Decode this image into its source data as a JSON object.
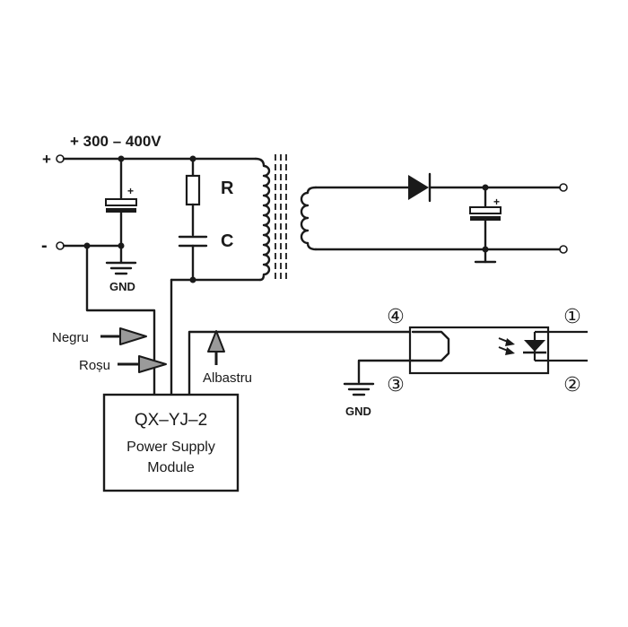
{
  "supply": {
    "voltage": "+ 300 – 400V",
    "plus": "+",
    "minus": "-"
  },
  "components": {
    "resistor": "R",
    "capacitor": "C",
    "cap_polarity": "+",
    "out_cap_polarity": "+"
  },
  "ground_labels": {
    "left": "GND",
    "right": "GND"
  },
  "wires": {
    "black": "Negru",
    "red": "Roșu",
    "blue": "Albastru"
  },
  "module": {
    "model": "QX–YJ–2",
    "line1": "Power Supply",
    "line2": "Module"
  },
  "optocoupler_pins": {
    "p1": "①",
    "p2": "②",
    "p3": "③",
    "p4": "④"
  },
  "colors": {
    "wire": "#1a1a1a",
    "red_label": "#c0282d",
    "blue_label": "#3c4f8a",
    "arrow_fill": "#9a9a9a"
  }
}
